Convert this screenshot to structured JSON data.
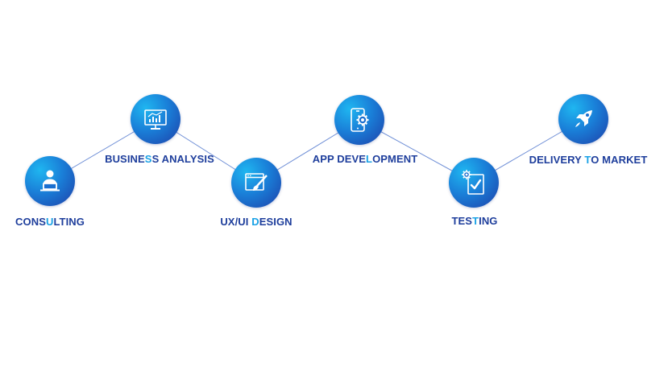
{
  "colors": {
    "label_text": "#1e3e9c",
    "label_highlight": "#1aa2e6",
    "connector": "#6f8fd6",
    "node_light": "#1fb6f0",
    "node_dark": "#1d3fa8"
  },
  "steps": [
    {
      "label": "CONSULTING",
      "label_parts": [
        "CONS",
        "U",
        "LTING"
      ],
      "icon": "person-at-laptop-icon"
    },
    {
      "label": "BUSINESS ANALYSIS",
      "label_parts": [
        "BUSINE",
        "S",
        "S ANALYSIS"
      ],
      "icon": "monitor-bar-chart-icon"
    },
    {
      "label": "UX/UI DESIGN",
      "label_parts": [
        "UX/UI ",
        "D",
        "ESIGN"
      ],
      "icon": "browser-paintbrush-icon"
    },
    {
      "label": "APP DEVELOPMENT",
      "label_parts": [
        "APP DEVE",
        "L",
        "OPMENT"
      ],
      "icon": "phone-gear-icon"
    },
    {
      "label": "TESTING",
      "label_parts": [
        "TES",
        "T",
        "ING"
      ],
      "icon": "clipboard-check-gear-icon"
    },
    {
      "label": "DELIVERY TO MARKET",
      "label_parts": [
        "DELIVERY ",
        "T",
        "O MARKET"
      ],
      "icon": "rocket-icon"
    }
  ]
}
